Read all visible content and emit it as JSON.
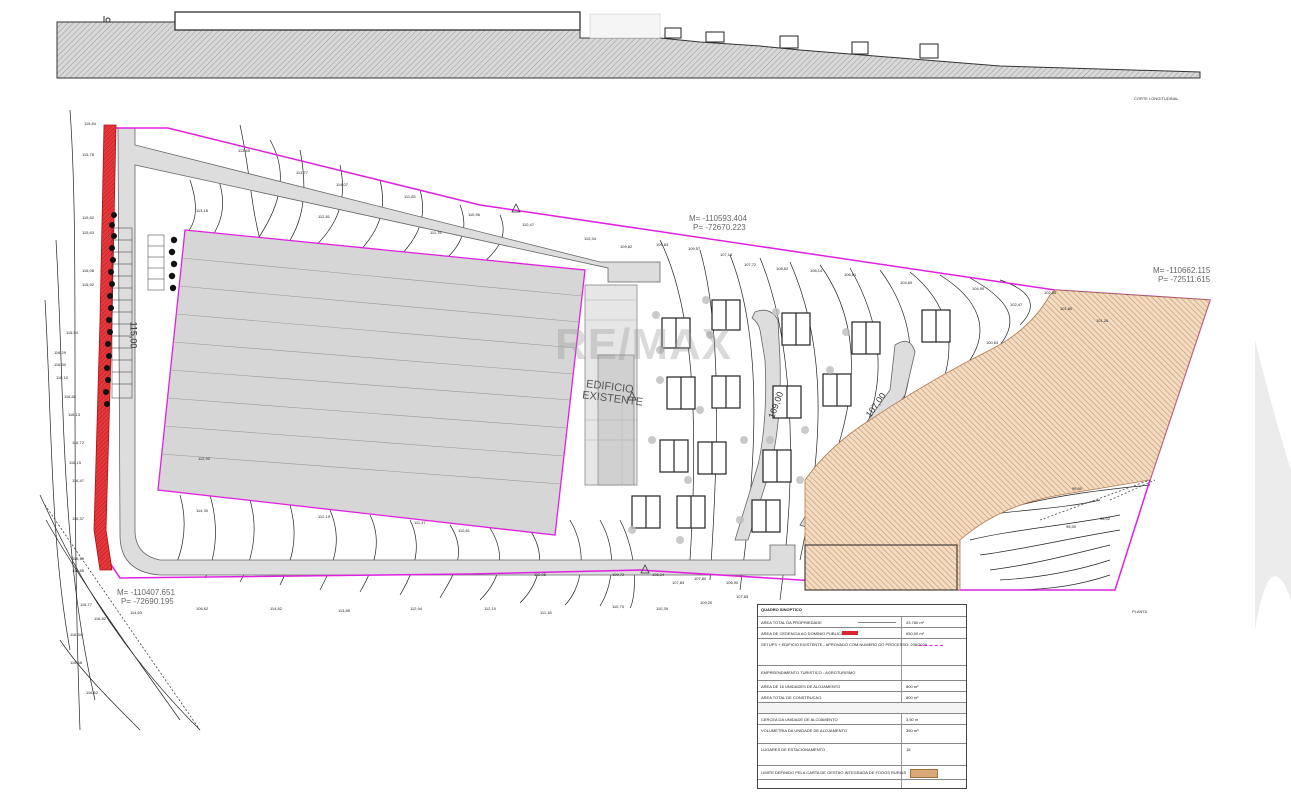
{
  "section_label": "CORTE LONGITUDINAL",
  "plan_label": "PLANTA",
  "watermark": "RE/MAX",
  "building_label_1": "EDIFICIO",
  "building_label_2": "EXISTENTE",
  "coords": {
    "top_m": "M= -110593.404",
    "top_p": "P= -72670.223",
    "right_m": "M= -110662.115",
    "right_p": "P= -72511.615",
    "bottom_m": "M= -110407.651",
    "bottom_p": "P= -72690.195"
  },
  "road_labels": [
    "115,00",
    "109,00",
    "107,00"
  ],
  "elevations": [
    "115,84",
    "115,78",
    "115,82",
    "115,63",
    "116,08",
    "115,92",
    "115,54",
    "116,29",
    "116,30",
    "116,10",
    "116,82",
    "116,13",
    "116,72",
    "116,15",
    "116,47",
    "116,37",
    "116,19",
    "116,85",
    "116,77",
    "116,82",
    "116,34",
    "116,48",
    "116,62",
    "114,63",
    "113,65",
    "113,77",
    "114,07",
    "113,16",
    "112,81",
    "111,83",
    "111,78",
    "110,96",
    "110,47",
    "110,34",
    "109,82",
    "109,83",
    "109,57",
    "107,18",
    "107,72",
    "108,52",
    "108,14",
    "106,81",
    "104,60",
    "104,90",
    "102,47",
    "102,85",
    "101,80",
    "101,26",
    "100,63",
    "99,90",
    "98,90",
    "98,52",
    "112,90",
    "114,30",
    "112,19",
    "111,47",
    "110,81",
    "110,05",
    "109,72",
    "108,24",
    "107,83",
    "107,80",
    "106,90",
    "106,62",
    "114,82",
    "113,85",
    "112,94",
    "112,10",
    "111,18",
    "110,75",
    "110,39",
    "109,20",
    "107,83"
  ],
  "legend": {
    "title": "QUADRO SINOPTICO",
    "rows": [
      {
        "label": "AREA TOTAL DA PROPRIEDADE",
        "value": "43.780 m²"
      },
      {
        "label": "AREA DE CEDENCIA AO DOMINIO PUBLICO",
        "value": "650,00 m²"
      },
      {
        "label": "SETUPS + EDIFICIO EXISTENTE - APROVADO COM NUMERO DO PROCESSO: 206/2020",
        "value": ""
      },
      {
        "label": "EMPREENDIMENTO TURISTICO - AGROTURISMO",
        "value": ""
      },
      {
        "label": "AREA DE 16 UNIDADES DE ALOJAMENTO",
        "value": "800 m²"
      },
      {
        "label": "AREA TOTAL DE CONSTRUCAO",
        "value": "800 m²"
      },
      {
        "label": "CERCEA DA UNIDADE DE ALOJAMENTO",
        "value": "3,50 m"
      },
      {
        "label": "VOLUMETRIA DA UNIDADE DE ALOJAMENTO",
        "value": "350 m³"
      },
      {
        "label": "LUGARES DE ESTACIONAMENTO",
        "value": "18"
      },
      {
        "label": "LIMITE DEFINIDO PELA CARTA DE GESTAO INTEGRADA DE FOGOS RURAIS",
        "value": ""
      }
    ],
    "colors": {
      "line_grey": "#888888",
      "red": "#d9262c",
      "magenta": "#e020e0",
      "hatch": "#d9a878"
    }
  }
}
